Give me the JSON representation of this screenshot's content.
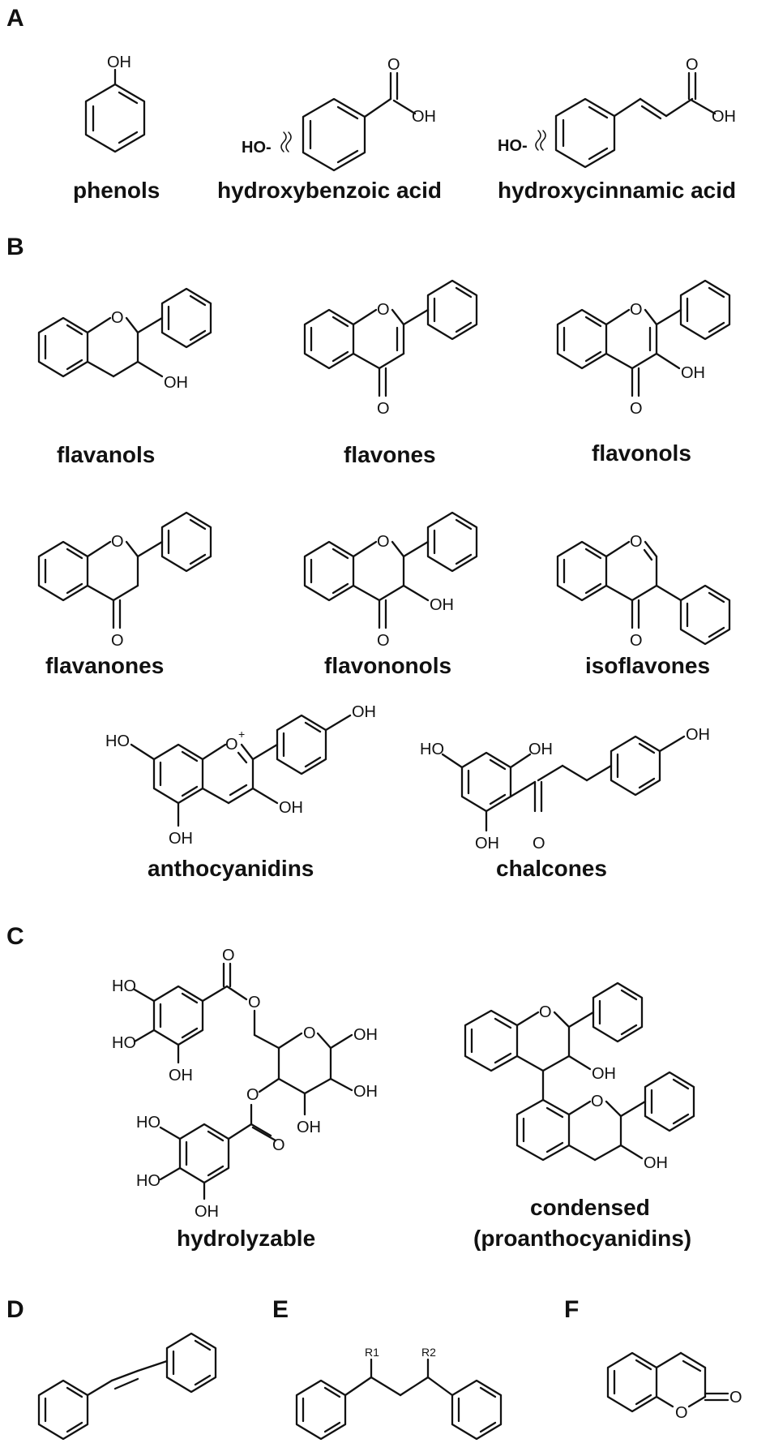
{
  "panels": {
    "A": "A",
    "B": "B",
    "C": "C",
    "D": "D",
    "E": "E",
    "F": "F"
  },
  "compounds": {
    "phenols": "phenols",
    "hydroxybenzoic_acid": "hydroxybenzoic acid",
    "hydroxycinnamic_acid": "hydroxycinnamic acid",
    "flavanols": "flavanols",
    "flavones": "flavones",
    "flavonols": "flavonols",
    "flavanones": "flavanones",
    "flavononols": "flavononols",
    "isoflavones": "isoflavones",
    "anthocyanidins": "anthocyanidins",
    "chalcones": "chalcones",
    "hydrolyzable": "hydrolyzable",
    "condensed_line1": "condensed",
    "condensed_line2": "(proanthocyanidins)"
  },
  "atoms": {
    "OH": "OH",
    "HO": "HO",
    "O": "O",
    "O_plus": "O+",
    "HO_dash": "HO-",
    "R1": "R1",
    "R2": "R2"
  }
}
